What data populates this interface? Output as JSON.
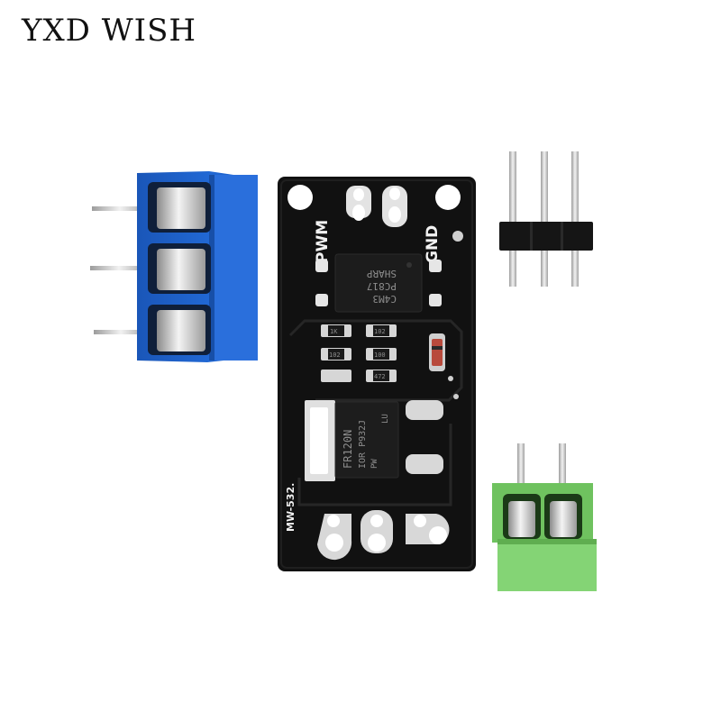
{
  "brand": {
    "text": "YXD WISH"
  },
  "board": {
    "color": "#111111",
    "labels": {
      "pwm": "PWM",
      "gnd": "GND",
      "model": "MW-532."
    },
    "optocoupler": {
      "line1": "SHARP",
      "line2": "PC817",
      "line3": "C4M3"
    },
    "mosfet": {
      "line1": "FR120N",
      "line2": "IOR P932J",
      "line3": "PW",
      "line4": "LU"
    },
    "resistors": [
      "1K",
      "102",
      "102",
      "100",
      "472"
    ]
  },
  "terminal_blue": {
    "color": "#1d5fc4",
    "positions": 3
  },
  "terminal_green": {
    "color": "#74c865",
    "positions": 2
  },
  "pin_header": {
    "pins": 3
  }
}
